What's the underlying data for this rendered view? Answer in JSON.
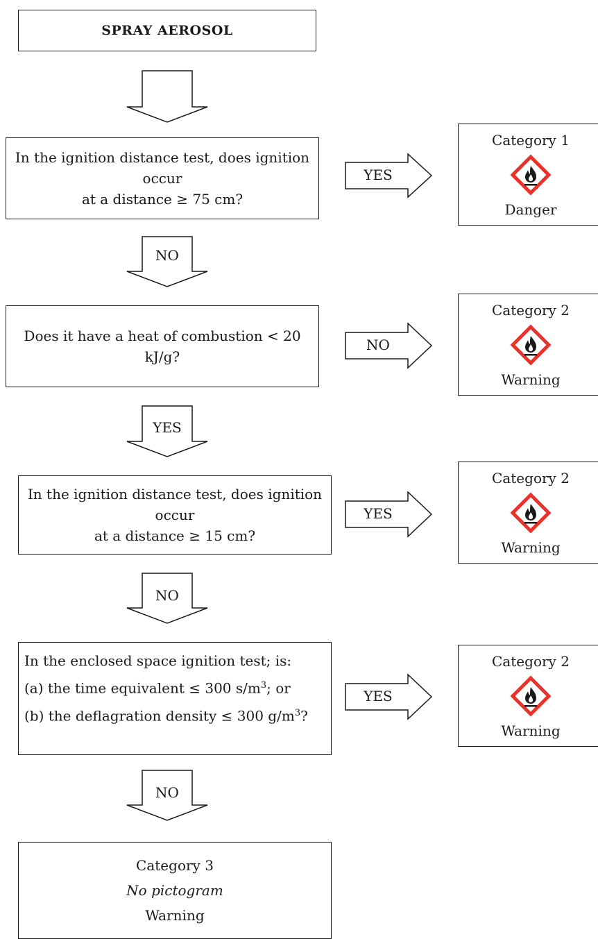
{
  "start": {
    "label": "SPRAY AEROSOL"
  },
  "questions": [
    {
      "lines": [
        "In the ignition distance test, does ignition occur",
        "at a distance ≥ 75 cm?"
      ],
      "down_label": "NO",
      "right_label": "YES"
    },
    {
      "lines": [
        "Does it have a heat of combustion < 20 kJ/g?"
      ],
      "down_label": "YES",
      "right_label": "NO"
    },
    {
      "lines": [
        "In the ignition distance test, does ignition occur",
        "at a distance ≥ 15 cm?"
      ],
      "down_label": "NO",
      "right_label": "YES"
    },
    {
      "intro": "In the enclosed space ignition test; is:",
      "option_a": "(a) the time equivalent ≤ 300 s/m",
      "option_a_tail": "; or",
      "option_b": "(b) the deflagration density ≤ 300 g/m",
      "option_b_tail": "?",
      "superscript": "3",
      "down_label": "NO",
      "right_label": "YES"
    }
  ],
  "results": [
    {
      "category": "Category 1",
      "signal": "Danger",
      "pictogram": "flame-pictogram-icon"
    },
    {
      "category": "Category 2",
      "signal": "Warning",
      "pictogram": "flame-pictogram-icon"
    },
    {
      "category": "Category 2",
      "signal": "Warning",
      "pictogram": "flame-pictogram-icon"
    },
    {
      "category": "Category 2",
      "signal": "Warning",
      "pictogram": "flame-pictogram-icon"
    }
  ],
  "final": {
    "category": "Category 3",
    "pictogram_text": "No pictogram",
    "signal": "Warning"
  },
  "colors": {
    "line": "#1a1a1a",
    "hazard_red": "#e8322b"
  }
}
